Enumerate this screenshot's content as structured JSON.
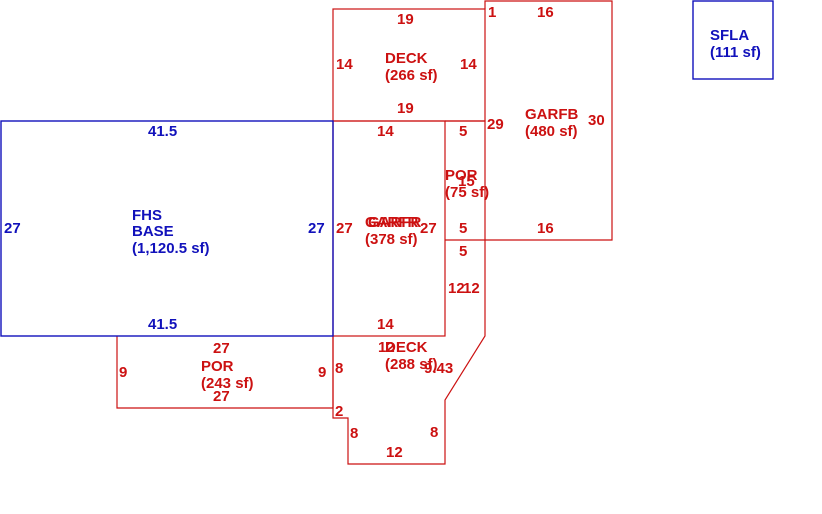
{
  "colors": {
    "living": "#1111bb",
    "other": "#cc1111"
  },
  "areas": {
    "fhs": {
      "line1": "FHS",
      "line2": "BASE",
      "line3": "(1,120.5 sf)"
    },
    "deck_top": {
      "name": "DECK",
      "area": "(266 sf)"
    },
    "garfb": {
      "name": "GARFB",
      "area": "(480 sf)"
    },
    "garfr": {
      "name1": "GARFR",
      "name2": "GARFR",
      "area": "(378 sf)"
    },
    "por_small": {
      "name": "POR",
      "area": "(75 sf)"
    },
    "por_left": {
      "name": "POR",
      "area": "(243 sf)"
    },
    "deck_bottom": {
      "name": "DECK",
      "area": "(288 sf)"
    },
    "sfla": {
      "name": "SFLA",
      "area": "(111 sf)"
    }
  },
  "dims": {
    "fhs_top": "41.5",
    "fhs_bottom": "41.5",
    "fhs_left": "27",
    "fhs_right": "27",
    "deck_top_top": "19",
    "deck_top_bottom": "19",
    "deck_top_left": "14",
    "deck_top_right": "14",
    "garfb_top": "16",
    "garfb_notch": "1",
    "garfb_right": "30",
    "garfb_left": "29",
    "garfb_bottom": "16",
    "garfr_top": "14",
    "garfr_left": "27",
    "garfr_right": "27",
    "garfr_bottom": "14",
    "por_small_top": "5",
    "por_small_side": "15",
    "por_small_bottom": "5",
    "gap_5": "5",
    "gap_12a": "12",
    "gap_12b": "12",
    "por_left_top": "27",
    "por_left_bottom": "27",
    "por_left_left": "9",
    "por_left_right": "9",
    "deck_bottom_top": "12",
    "deck_bottom_8": "8",
    "deck_bottom_2": "2",
    "deck_bottom_8b": "8",
    "deck_bottom_bottom": "12",
    "deck_bottom_8c": "8",
    "deck_bottom_diag": "9.43"
  }
}
